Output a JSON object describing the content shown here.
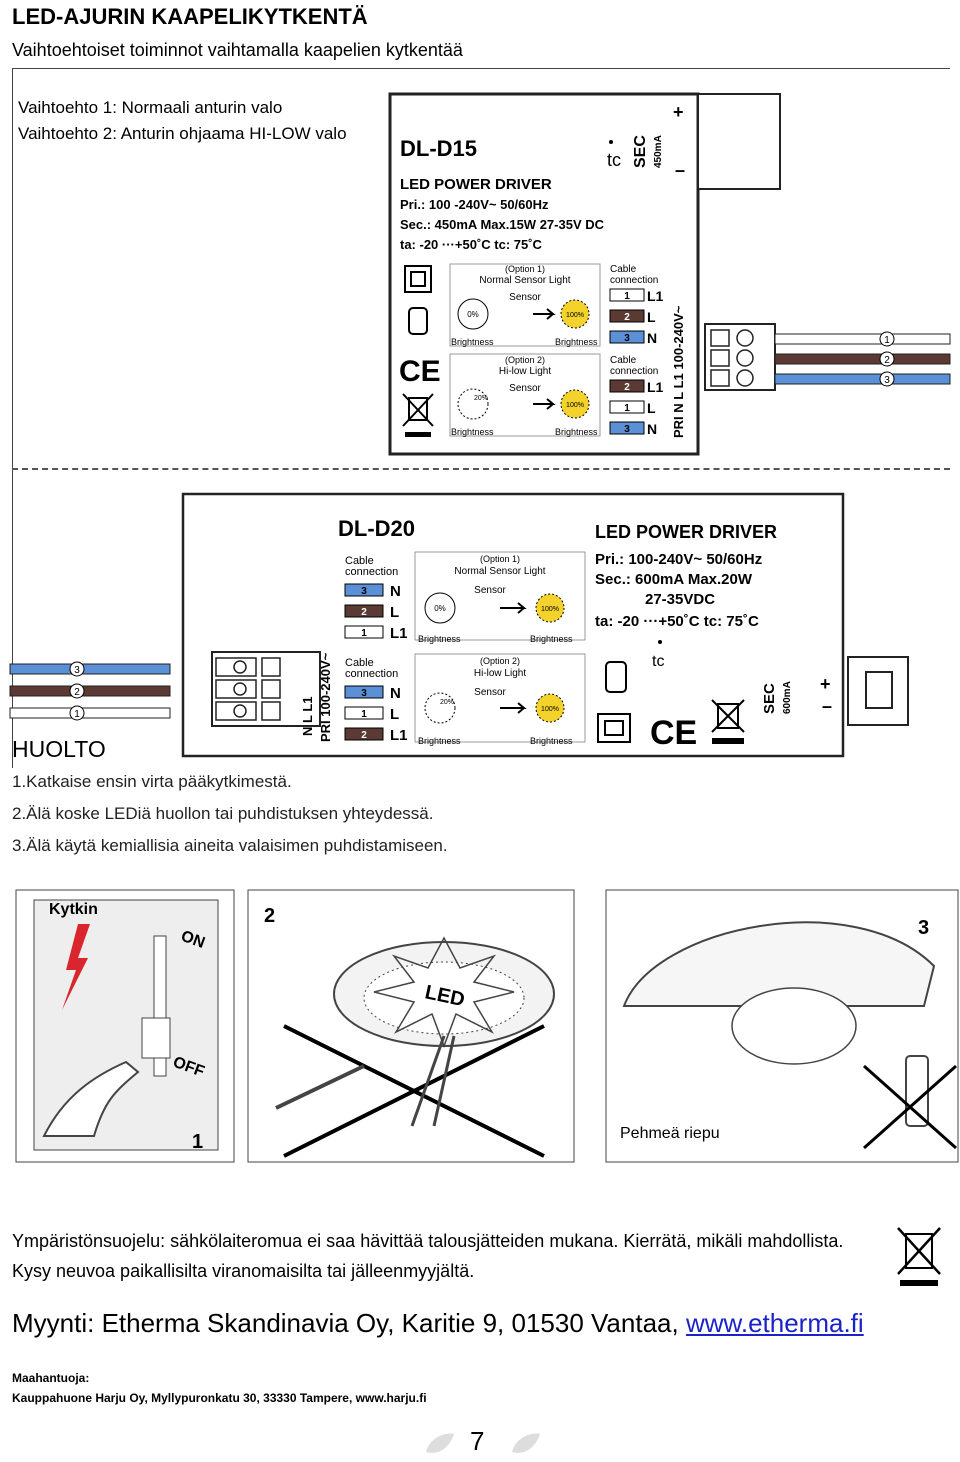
{
  "title": "LED-AJURIN KAAPELIKYTKENTÄ",
  "subtitle": "Vaihtoehtoiset toiminnot vaihtamalla kaapelien kytkentää",
  "options": [
    "Vaihtoehto 1: Normaali anturin valo",
    "Vaihtoehto 2: Anturin ohjaama HI-LOW valo"
  ],
  "d15": {
    "model": "DL-D15",
    "heading": "LED POWER DRIVER",
    "specs": [
      "Pri.: 100 -240V~ 50/60Hz",
      "Sec.: 450mA  Max.15W  27-35V DC",
      "ta: -20 ···+50˚C    tc: 75˚C"
    ],
    "tc": "tc",
    "sec": "SEC",
    "sec_ma": "450mA",
    "pri": "PRI  N  L  L1  100-240V~",
    "opt1_title": [
      "(Option 1)",
      "Normal Sensor Light"
    ],
    "opt2_title": [
      "(Option 2)",
      "Hi-low Light"
    ],
    "cable": [
      "Cable",
      "connection"
    ],
    "sensor": "Sensor",
    "brightness": "Brightness",
    "pct0": "0%",
    "pct20": "20%",
    "pct100": "100%",
    "opt1_wires": [
      [
        "1",
        "L1"
      ],
      [
        "2",
        "L"
      ],
      [
        "3",
        "N"
      ]
    ],
    "opt2_wires": [
      [
        "2",
        "L1"
      ],
      [
        "1",
        "L"
      ],
      [
        "3",
        "N"
      ]
    ],
    "wire_nums": [
      "1",
      "2",
      "3"
    ]
  },
  "d20": {
    "model": "DL-D20",
    "heading": "LED POWER DRIVER",
    "specs": [
      "Pri.: 100-240V~ 50/60Hz",
      "Sec.: 600mA  Max.20W",
      "27-35VDC",
      "ta: -20 ···+50˚C    tc: 75˚C"
    ],
    "tc": "tc",
    "sec": "SEC",
    "sec_ma": "600mA",
    "pri": "PRI  100-240V~",
    "nll1": "N  L  L1",
    "opt1_wires": [
      [
        "3",
        "N"
      ],
      [
        "2",
        "L"
      ],
      [
        "1",
        "L1"
      ]
    ],
    "opt2_wires": [
      [
        "3",
        "N"
      ],
      [
        "1",
        "L"
      ],
      [
        "2",
        "L1"
      ]
    ],
    "wire_nums": [
      "3",
      "2",
      "1"
    ]
  },
  "huolto": {
    "heading": "HUOLTO",
    "items": [
      "1.Katkaise ensin virta pääkytkimestä.",
      "2.Älä koske LEDiä huollon tai puhdistuksen yhteydessä.",
      "3.Älä käytä kemiallisia aineita valaisimen puhdistamiseen."
    ]
  },
  "illus": {
    "kytkin": "Kytkin",
    "on": "ON",
    "off": "OFF",
    "n1": "1",
    "n2": "2",
    "n3": "3",
    "led": "LED",
    "riepu": "Pehmeä riepu"
  },
  "env": "Ympäristönsuojelu: sähkölaiteromua ei saa hävittää talousjätteiden mukana. Kierrätä, mikäli mahdollista. Kysy neuvoa paikallisilta viranomaisilta tai jälleenmyyjältä.",
  "sales_prefix": "Myynti: Etherma Skandinavia Oy, Karitie 9, 01530 Vantaa, ",
  "sales_link": "www.etherma.fi",
  "importer_label": "Maahantuoja:",
  "importer": "Kauppahuone Harju Oy, Myllypuronkatu 30, 33330 Tampere, www.harju.fi",
  "page": "7",
  "colors": {
    "blue": "#5b8fd6",
    "brown": "#5a3a32",
    "yellow": "#f4d22c",
    "link": "#1a22c8"
  }
}
